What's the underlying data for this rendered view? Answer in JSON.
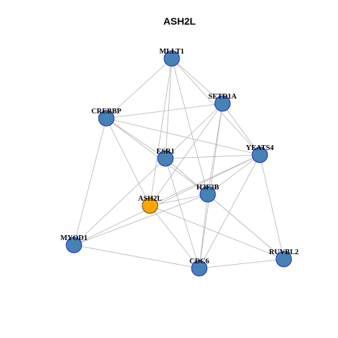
{
  "title": "ASH2L",
  "colors": {
    "node_fill": "#4682B4",
    "node_stroke": "#1E2BD0",
    "focus_fill": "#FFA500",
    "focus_stroke": "#6A4A00",
    "edge": "#B3B3B3"
  },
  "nodes": [
    {
      "id": "MLLT1",
      "label": "MLLT1",
      "focus": false
    },
    {
      "id": "SETD1A",
      "label": "SETD1A",
      "focus": false
    },
    {
      "id": "CREBBP",
      "label": "CREBBP",
      "focus": false
    },
    {
      "id": "ESR1",
      "label": "ESR1",
      "focus": false
    },
    {
      "id": "YEATS4",
      "label": "YEATS4",
      "focus": false
    },
    {
      "id": "H3F3B",
      "label": "H3F3B",
      "focus": false
    },
    {
      "id": "ASH2L",
      "label": "ASH2L",
      "focus": true
    },
    {
      "id": "MYOD1",
      "label": "MYOD1",
      "focus": false
    },
    {
      "id": "CDC6",
      "label": "CDC6",
      "focus": false
    },
    {
      "id": "RUVBL2",
      "label": "RUVBL2",
      "focus": false
    }
  ],
  "edges": [
    [
      "MLLT1",
      "SETD1A"
    ],
    [
      "MLLT1",
      "CREBBP"
    ],
    [
      "MLLT1",
      "ESR1"
    ],
    [
      "MLLT1",
      "YEATS4"
    ],
    [
      "MLLT1",
      "H3F3B"
    ],
    [
      "MLLT1",
      "ASH2L"
    ],
    [
      "SETD1A",
      "CREBBP"
    ],
    [
      "SETD1A",
      "ESR1"
    ],
    [
      "SETD1A",
      "YEATS4"
    ],
    [
      "SETD1A",
      "H3F3B"
    ],
    [
      "SETD1A",
      "ASH2L"
    ],
    [
      "SETD1A",
      "CDC6"
    ],
    [
      "CREBBP",
      "ESR1"
    ],
    [
      "CREBBP",
      "YEATS4"
    ],
    [
      "CREBBP",
      "H3F3B"
    ],
    [
      "CREBBP",
      "ASH2L"
    ],
    [
      "CREBBP",
      "MYOD1"
    ],
    [
      "ESR1",
      "YEATS4"
    ],
    [
      "ESR1",
      "H3F3B"
    ],
    [
      "ESR1",
      "MYOD1"
    ],
    [
      "ESR1",
      "CDC6"
    ],
    [
      "ESR1",
      "RUVBL2"
    ],
    [
      "YEATS4",
      "H3F3B"
    ],
    [
      "YEATS4",
      "ASH2L"
    ],
    [
      "YEATS4",
      "MYOD1"
    ],
    [
      "YEATS4",
      "CDC6"
    ],
    [
      "YEATS4",
      "RUVBL2"
    ],
    [
      "H3F3B",
      "ASH2L"
    ],
    [
      "H3F3B",
      "CDC6"
    ],
    [
      "H3F3B",
      "RUVBL2"
    ],
    [
      "H3F3B",
      "MYOD1"
    ],
    [
      "ASH2L",
      "CDC6"
    ],
    [
      "ASH2L",
      "RUVBL2"
    ],
    [
      "MYOD1",
      "CDC6"
    ],
    [
      "CDC6",
      "RUVBL2"
    ]
  ]
}
